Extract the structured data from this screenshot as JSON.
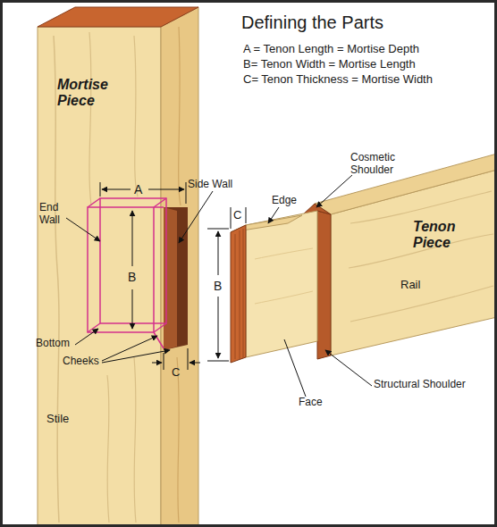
{
  "diagram": {
    "title": "Defining the Parts",
    "labels": [
      "A = Tenon Length = Mortise Depth",
      "B= Tenon Width = Mortise Length",
      "C= Tenon Thickness = Mortise Width",
      "Mortise Piece",
      "A",
      "End Wall",
      "B",
      "Bottom",
      "Cheeks",
      "C",
      "Stile",
      "Side Wall",
      "Edge",
      "Cosmetic Shoulder",
      "C",
      "B",
      "Tenon Piece",
      "Rail",
      "Face",
      "Structural Shoulder"
    ]
  }
}
